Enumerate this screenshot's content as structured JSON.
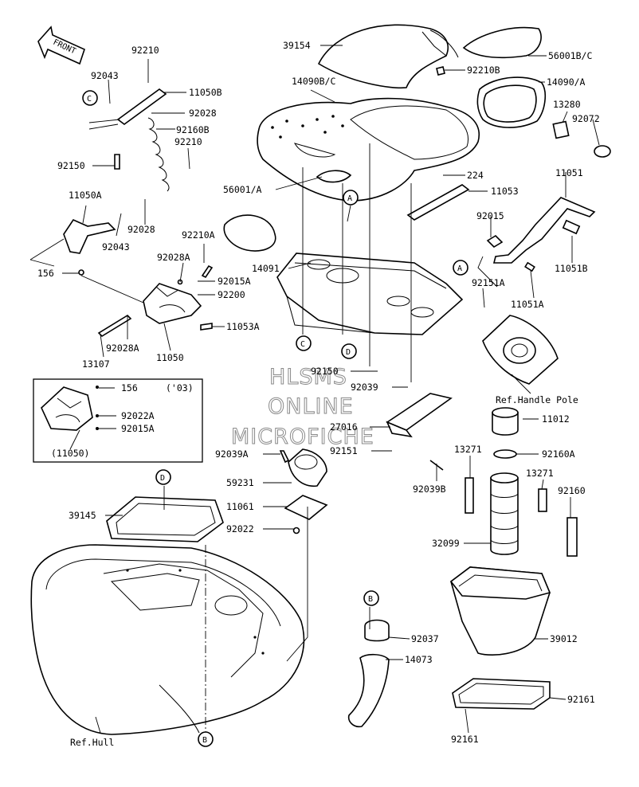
{
  "front_arrow": "FRONT",
  "watermark": [
    "HLSMS",
    "ONLINE",
    "MICROFICHE"
  ],
  "callouts": {
    "c": "C",
    "a": "A",
    "d": "D",
    "b": "B"
  },
  "inset_caption": "('03)",
  "parts": [
    {
      "id": "p92210_top",
      "label": "92210"
    },
    {
      "id": "p92043_top",
      "label": "92043"
    },
    {
      "id": "p11050B",
      "label": "11050B"
    },
    {
      "id": "p92028_top",
      "label": "92028"
    },
    {
      "id": "p92160B",
      "label": "92160B"
    },
    {
      "id": "p92210_mid",
      "label": "92210"
    },
    {
      "id": "p92150_left",
      "label": "92150"
    },
    {
      "id": "p11050A",
      "label": "11050A"
    },
    {
      "id": "p92028_mid",
      "label": "92028"
    },
    {
      "id": "p92043_mid",
      "label": "92043"
    },
    {
      "id": "p92210A",
      "label": "92210A"
    },
    {
      "id": "p92028A_top",
      "label": "92028A"
    },
    {
      "id": "p156_left",
      "label": "156"
    },
    {
      "id": "p92015A_left",
      "label": "92015A"
    },
    {
      "id": "p92200",
      "label": "92200"
    },
    {
      "id": "p11053A",
      "label": "11053A"
    },
    {
      "id": "p92028A_bot",
      "label": "92028A"
    },
    {
      "id": "p11050",
      "label": "11050"
    },
    {
      "id": "p13107",
      "label": "13107"
    },
    {
      "id": "p156_inset",
      "label": "156"
    },
    {
      "id": "p92022A",
      "label": "92022A"
    },
    {
      "id": "p92015A_inset",
      "label": "92015A"
    },
    {
      "id": "p11050_inset",
      "label": "(11050)"
    },
    {
      "id": "p39154",
      "label": "39154"
    },
    {
      "id": "p56001BC",
      "label": "56001B/C"
    },
    {
      "id": "p92210B",
      "label": "92210B"
    },
    {
      "id": "p14090BC",
      "label": "14090B/C"
    },
    {
      "id": "p14090A",
      "label": "14090/A"
    },
    {
      "id": "p13280",
      "label": "13280"
    },
    {
      "id": "p92072",
      "label": "92072"
    },
    {
      "id": "p224",
      "label": "224"
    },
    {
      "id": "p56001A",
      "label": "56001/A"
    },
    {
      "id": "p11053",
      "label": "11053"
    },
    {
      "id": "p11051",
      "label": "11051"
    },
    {
      "id": "p92015",
      "label": "92015"
    },
    {
      "id": "p14091",
      "label": "14091"
    },
    {
      "id": "p11051B",
      "label": "11051B"
    },
    {
      "id": "p92151A",
      "label": "92151A"
    },
    {
      "id": "p11051A",
      "label": "11051A"
    },
    {
      "id": "p92150_mid",
      "label": "92150"
    },
    {
      "id": "p92039",
      "label": "92039"
    },
    {
      "id": "p27016",
      "label": "27016"
    },
    {
      "id": "p92151",
      "label": "92151"
    },
    {
      "id": "pRefHandle",
      "label": "Ref.Handle Pole"
    },
    {
      "id": "p11012",
      "label": "11012"
    },
    {
      "id": "p92160A",
      "label": "92160A"
    },
    {
      "id": "p13271_a",
      "label": "13271"
    },
    {
      "id": "p13271_b",
      "label": "13271"
    },
    {
      "id": "p92160",
      "label": "92160"
    },
    {
      "id": "p92039B",
      "label": "92039B"
    },
    {
      "id": "p32099",
      "label": "32099"
    },
    {
      "id": "p92039A",
      "label": "92039A"
    },
    {
      "id": "p59231",
      "label": "59231"
    },
    {
      "id": "p11061",
      "label": "11061"
    },
    {
      "id": "p92022",
      "label": "92022"
    },
    {
      "id": "p39145",
      "label": "39145"
    },
    {
      "id": "p92037",
      "label": "92037"
    },
    {
      "id": "p14073",
      "label": "14073"
    },
    {
      "id": "p39012",
      "label": "39012"
    },
    {
      "id": "p92161_right",
      "label": "92161"
    },
    {
      "id": "p92161_bot",
      "label": "92161"
    },
    {
      "id": "pRefHull",
      "label": "Ref.Hull"
    }
  ]
}
